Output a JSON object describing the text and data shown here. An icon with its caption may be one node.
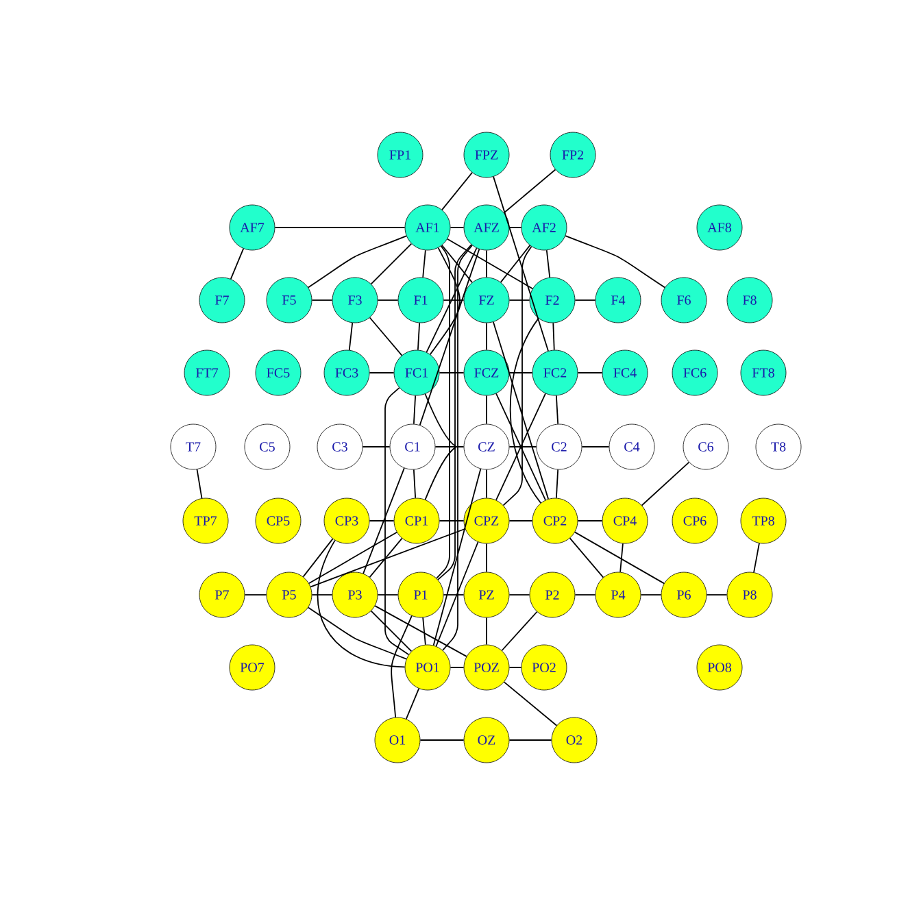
{
  "diagram": {
    "nodes": [
      {
        "text": [
          "FP1"
        ]
      },
      {
        "text": [
          "FPZ"
        ]
      },
      {
        "text": [
          "FP2"
        ]
      },
      {
        "text": [
          "AF7"
        ]
      },
      {
        "text": [
          "AF1"
        ]
      },
      {
        "text": [
          "AFZ"
        ]
      },
      {
        "text": [
          "AF2"
        ]
      },
      {
        "text": [
          "AF8"
        ]
      },
      {
        "text": [
          "F7"
        ]
      },
      {
        "text": [
          "F5"
        ]
      },
      {
        "text": [
          "F3"
        ]
      },
      {
        "text": [
          "F1"
        ]
      },
      {
        "text": [
          "FZ"
        ]
      },
      {
        "text": [
          "F2"
        ]
      },
      {
        "text": [
          "F4"
        ]
      },
      {
        "text": [
          "F6"
        ]
      },
      {
        "text": [
          "F8"
        ]
      },
      {
        "text": [
          "FT7"
        ]
      },
      {
        "text": [
          "FC5"
        ]
      },
      {
        "text": [
          "FC3"
        ]
      },
      {
        "text": [
          "FC1"
        ]
      },
      {
        "text": [
          "FCZ"
        ]
      },
      {
        "text": [
          "FC2"
        ]
      },
      {
        "text": [
          "FC4"
        ]
      },
      {
        "text": [
          "FC6"
        ]
      },
      {
        "text": [
          "FT8"
        ]
      },
      {
        "text": [
          "T7"
        ]
      },
      {
        "text": [
          "C5"
        ]
      },
      {
        "text": [
          "C3"
        ]
      },
      {
        "text": [
          "C1"
        ]
      },
      {
        "text": [
          "CZ"
        ]
      },
      {
        "text": [
          "C2"
        ]
      },
      {
        "text": [
          "C4"
        ]
      },
      {
        "text": [
          "C6"
        ]
      },
      {
        "text": [
          "T8"
        ]
      },
      {
        "text": [
          "TP7"
        ]
      },
      {
        "text": [
          "CP5"
        ]
      },
      {
        "text": [
          "CP3"
        ]
      },
      {
        "text": [
          "CP1"
        ]
      },
      {
        "text": [
          "CPZ"
        ]
      },
      {
        "text": [
          "CP2"
        ]
      },
      {
        "text": [
          "CP4"
        ]
      },
      {
        "text": [
          "CP6"
        ]
      },
      {
        "text": [
          "TP8"
        ]
      },
      {
        "text": [
          "P7"
        ]
      },
      {
        "text": [
          "P5"
        ]
      },
      {
        "text": [
          "P3"
        ]
      },
      {
        "text": [
          "P1"
        ]
      },
      {
        "text": [
          "PZ"
        ]
      },
      {
        "text": [
          "P2"
        ]
      },
      {
        "text": [
          "P4"
        ]
      },
      {
        "text": [
          "P6"
        ]
      },
      {
        "text": [
          "P8"
        ]
      },
      {
        "text": [
          "PO7"
        ]
      },
      {
        "text": [
          "PO1"
        ]
      },
      {
        "text": [
          "POZ"
        ]
      },
      {
        "text": [
          "PO2"
        ]
      },
      {
        "text": [
          "PO8"
        ]
      },
      {
        "text": [
          "O1"
        ]
      },
      {
        "text": [
          "OZ"
        ]
      },
      {
        "text": [
          "O2"
        ]
      }
    ],
    "edges": [
      {
        "from": 1,
        "to": 4,
        "arrow": "none"
      },
      {
        "from": 2,
        "to": 5,
        "arrow": "none"
      },
      {
        "from": 1,
        "to": 22,
        "arrow": "none"
      },
      {
        "from": 3,
        "to": 4,
        "arrow": "none"
      },
      {
        "from": 3,
        "to": 8,
        "arrow": "none"
      },
      {
        "from": 4,
        "to": 5,
        "arrow": "none"
      },
      {
        "from": 5,
        "to": 6,
        "arrow": "none"
      },
      {
        "from": 4,
        "to": 9,
        "arrow": "none"
      },
      {
        "from": 4,
        "to": 10,
        "arrow": "none"
      },
      {
        "from": 4,
        "to": 12,
        "arrow": "none"
      },
      {
        "from": 4,
        "to": 13,
        "arrow": "none"
      },
      {
        "from": 4,
        "to": 11,
        "arrow": "none"
      },
      {
        "from": 4,
        "to": 20,
        "arrow": "none"
      },
      {
        "from": 4,
        "to": 47,
        "arrow": "none"
      },
      {
        "from": 6,
        "to": 15,
        "arrow": "none"
      },
      {
        "from": 6,
        "to": 13,
        "arrow": "none"
      },
      {
        "from": 6,
        "to": 12,
        "arrow": "none"
      },
      {
        "from": 6,
        "to": 39,
        "arrow": "none"
      },
      {
        "from": 5,
        "to": 12,
        "arrow": "none"
      },
      {
        "from": 5,
        "to": 20,
        "arrow": "none"
      },
      {
        "from": 5,
        "to": 29,
        "arrow": "none"
      },
      {
        "from": 5,
        "to": 47,
        "arrow": "none"
      },
      {
        "from": 5,
        "to": 54,
        "arrow": "none"
      },
      {
        "from": 9,
        "to": 10,
        "arrow": "none"
      },
      {
        "from": 10,
        "to": 11,
        "arrow": "none"
      },
      {
        "from": 11,
        "to": 12,
        "arrow": "none"
      },
      {
        "from": 12,
        "to": 13,
        "arrow": "none"
      },
      {
        "from": 13,
        "to": 14,
        "arrow": "none"
      },
      {
        "from": 10,
        "to": 19,
        "arrow": "none"
      },
      {
        "from": 10,
        "to": 20,
        "arrow": "none"
      },
      {
        "from": 11,
        "to": 20,
        "arrow": "none"
      },
      {
        "from": 12,
        "to": 21,
        "arrow": "none"
      },
      {
        "from": 13,
        "to": 22,
        "arrow": "none"
      },
      {
        "from": 12,
        "to": 40,
        "arrow": "none"
      },
      {
        "from": 13,
        "to": 40,
        "arrow": "none"
      },
      {
        "from": 19,
        "to": 20,
        "arrow": "none"
      },
      {
        "from": 20,
        "to": 21,
        "arrow": "none"
      },
      {
        "from": 21,
        "to": 22,
        "arrow": "none"
      },
      {
        "from": 22,
        "to": 23,
        "arrow": "none"
      },
      {
        "from": 21,
        "to": 30,
        "arrow": "none"
      },
      {
        "from": 22,
        "to": 31,
        "arrow": "none"
      },
      {
        "from": 21,
        "to": 40,
        "arrow": "none"
      },
      {
        "from": 20,
        "to": 29,
        "arrow": "none"
      },
      {
        "from": 20,
        "to": 38,
        "arrow": "none"
      },
      {
        "from": 20,
        "to": 54,
        "arrow": "none"
      },
      {
        "from": 22,
        "to": 39,
        "arrow": "none"
      },
      {
        "from": 28,
        "to": 29,
        "arrow": "none"
      },
      {
        "from": 29,
        "to": 30,
        "arrow": "none"
      },
      {
        "from": 30,
        "to": 31,
        "arrow": "none"
      },
      {
        "from": 31,
        "to": 32,
        "arrow": "none"
      },
      {
        "from": 29,
        "to": 38,
        "arrow": "none"
      },
      {
        "from": 30,
        "to": 39,
        "arrow": "none"
      },
      {
        "from": 31,
        "to": 40,
        "arrow": "none"
      },
      {
        "from": 33,
        "to": 41,
        "arrow": "none"
      },
      {
        "from": 26,
        "to": 35,
        "arrow": "none"
      },
      {
        "from": 29,
        "to": 46,
        "arrow": "none"
      },
      {
        "from": 30,
        "to": 54,
        "arrow": "none"
      },
      {
        "from": 37,
        "to": 38,
        "arrow": "none"
      },
      {
        "from": 38,
        "to": 39,
        "arrow": "none"
      },
      {
        "from": 39,
        "to": 40,
        "arrow": "none"
      },
      {
        "from": 40,
        "to": 41,
        "arrow": "none"
      },
      {
        "from": 37,
        "to": 45,
        "arrow": "none"
      },
      {
        "from": 37,
        "to": 54,
        "arrow": "none"
      },
      {
        "from": 38,
        "to": 45,
        "arrow": "none"
      },
      {
        "from": 38,
        "to": 46,
        "arrow": "none"
      },
      {
        "from": 39,
        "to": 45,
        "arrow": "none"
      },
      {
        "from": 39,
        "to": 48,
        "arrow": "none"
      },
      {
        "from": 40,
        "to": 50,
        "arrow": "none"
      },
      {
        "from": 40,
        "to": 51,
        "arrow": "none"
      },
      {
        "from": 41,
        "to": 50,
        "arrow": "none"
      },
      {
        "from": 43,
        "to": 52,
        "arrow": "none"
      },
      {
        "from": 44,
        "to": 45,
        "arrow": "none"
      },
      {
        "from": 45,
        "to": 46,
        "arrow": "none"
      },
      {
        "from": 46,
        "to": 47,
        "arrow": "none"
      },
      {
        "from": 47,
        "to": 48,
        "arrow": "none"
      },
      {
        "from": 48,
        "to": 49,
        "arrow": "none"
      },
      {
        "from": 49,
        "to": 50,
        "arrow": "none"
      },
      {
        "from": 50,
        "to": 51,
        "arrow": "none"
      },
      {
        "from": 51,
        "to": 52,
        "arrow": "none"
      },
      {
        "from": 45,
        "to": 54,
        "arrow": "none"
      },
      {
        "from": 46,
        "to": 54,
        "arrow": "none"
      },
      {
        "from": 46,
        "to": 55,
        "arrow": "none"
      },
      {
        "from": 47,
        "to": 54,
        "arrow": "none"
      },
      {
        "from": 48,
        "to": 55,
        "arrow": "none"
      },
      {
        "from": 49,
        "to": 55,
        "arrow": "none"
      },
      {
        "from": 54,
        "to": 55,
        "arrow": "none"
      },
      {
        "from": 55,
        "to": 56,
        "arrow": "none"
      },
      {
        "from": 54,
        "to": 58,
        "arrow": "none"
      },
      {
        "from": 47,
        "to": 58,
        "arrow": "none"
      },
      {
        "from": 58,
        "to": 59,
        "arrow": "none"
      },
      {
        "from": 59,
        "to": 60,
        "arrow": "none"
      },
      {
        "from": 55,
        "to": 60,
        "arrow": "none"
      },
      {
        "from": 39,
        "to": 54,
        "arrow": "none"
      }
    ]
  }
}
